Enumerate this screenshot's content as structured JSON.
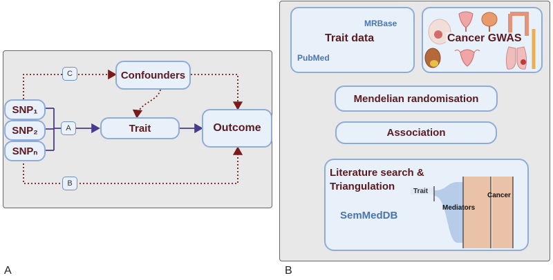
{
  "panel_a": {
    "label": "A",
    "snp1": "SNP₁",
    "snp2": "SNP₂",
    "snpn": "SNPₙ",
    "confounders": "Confounders",
    "trait": "Trait",
    "outcome": "Outcome",
    "path_a": "A",
    "path_b": "B",
    "path_c": "C"
  },
  "panel_b": {
    "label": "B",
    "trait_data": "Trait data",
    "mrbase": "MRBase",
    "pubmed": "PubMed",
    "cancer_gwas": "Cancer GWAS",
    "mendelian": "Mendelian randomisation",
    "association": "Association",
    "lit_line1": "Literature search &",
    "lit_line2": "Triangulation",
    "semmeddb": "SemMedDB",
    "sankey_trait": "Trait",
    "sankey_mediators": "Mediators",
    "sankey_cancer": "Cancer"
  },
  "colors": {
    "node_border": "#8fabd6",
    "node_fill": "#e8f0f9",
    "text_maroon": "#5a1a20",
    "arrow_purple": "#4a3a8c",
    "dotted_maroon": "#7a1a1a",
    "blue_label": "#4a75b0",
    "sankey_blue": "#b0c8e6",
    "sankey_peach": "#eac2a8"
  }
}
